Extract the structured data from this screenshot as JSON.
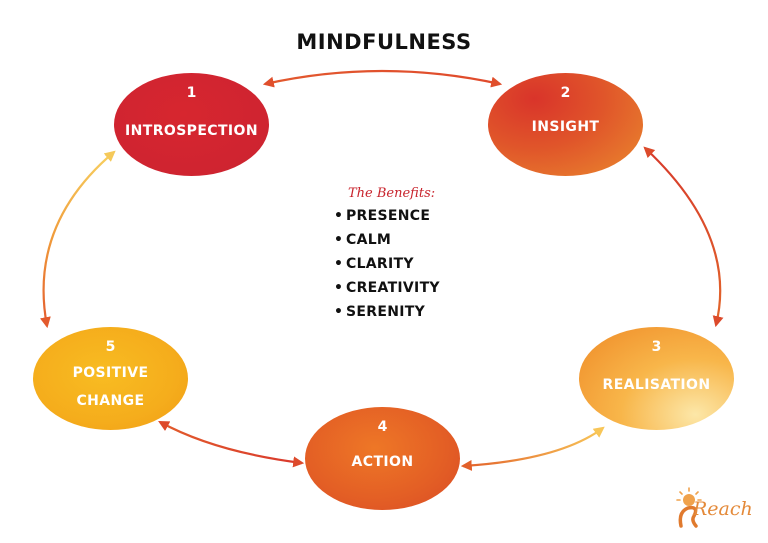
{
  "title": "MINDFULNESS",
  "nodes": [
    {
      "number": "1",
      "label": "INTROSPECTION"
    },
    {
      "number": "2",
      "label": "INSIGHT"
    },
    {
      "number": "3",
      "label": "REALISATION"
    },
    {
      "number": "4",
      "label": "ACTION"
    },
    {
      "number": "5",
      "label_line1": "POSITIVE",
      "label_line2": "CHANGE"
    }
  ],
  "benefits": {
    "heading": "The Benefits:",
    "items": [
      "PRESENCE",
      "CALM",
      "CLARITY",
      "CREATIVITY",
      "SERENITY"
    ]
  },
  "logo": {
    "text": "Reach"
  },
  "colors": {
    "introspection": "#cf2430",
    "insight": "#e0552a",
    "realisation": "#f8b64a",
    "action": "#e35e25",
    "positive_change": "#f5ad1c",
    "arrow_dark": "#d7352b",
    "arrow_light": "#f6c14d",
    "benefits_heading": "#c8232c"
  }
}
